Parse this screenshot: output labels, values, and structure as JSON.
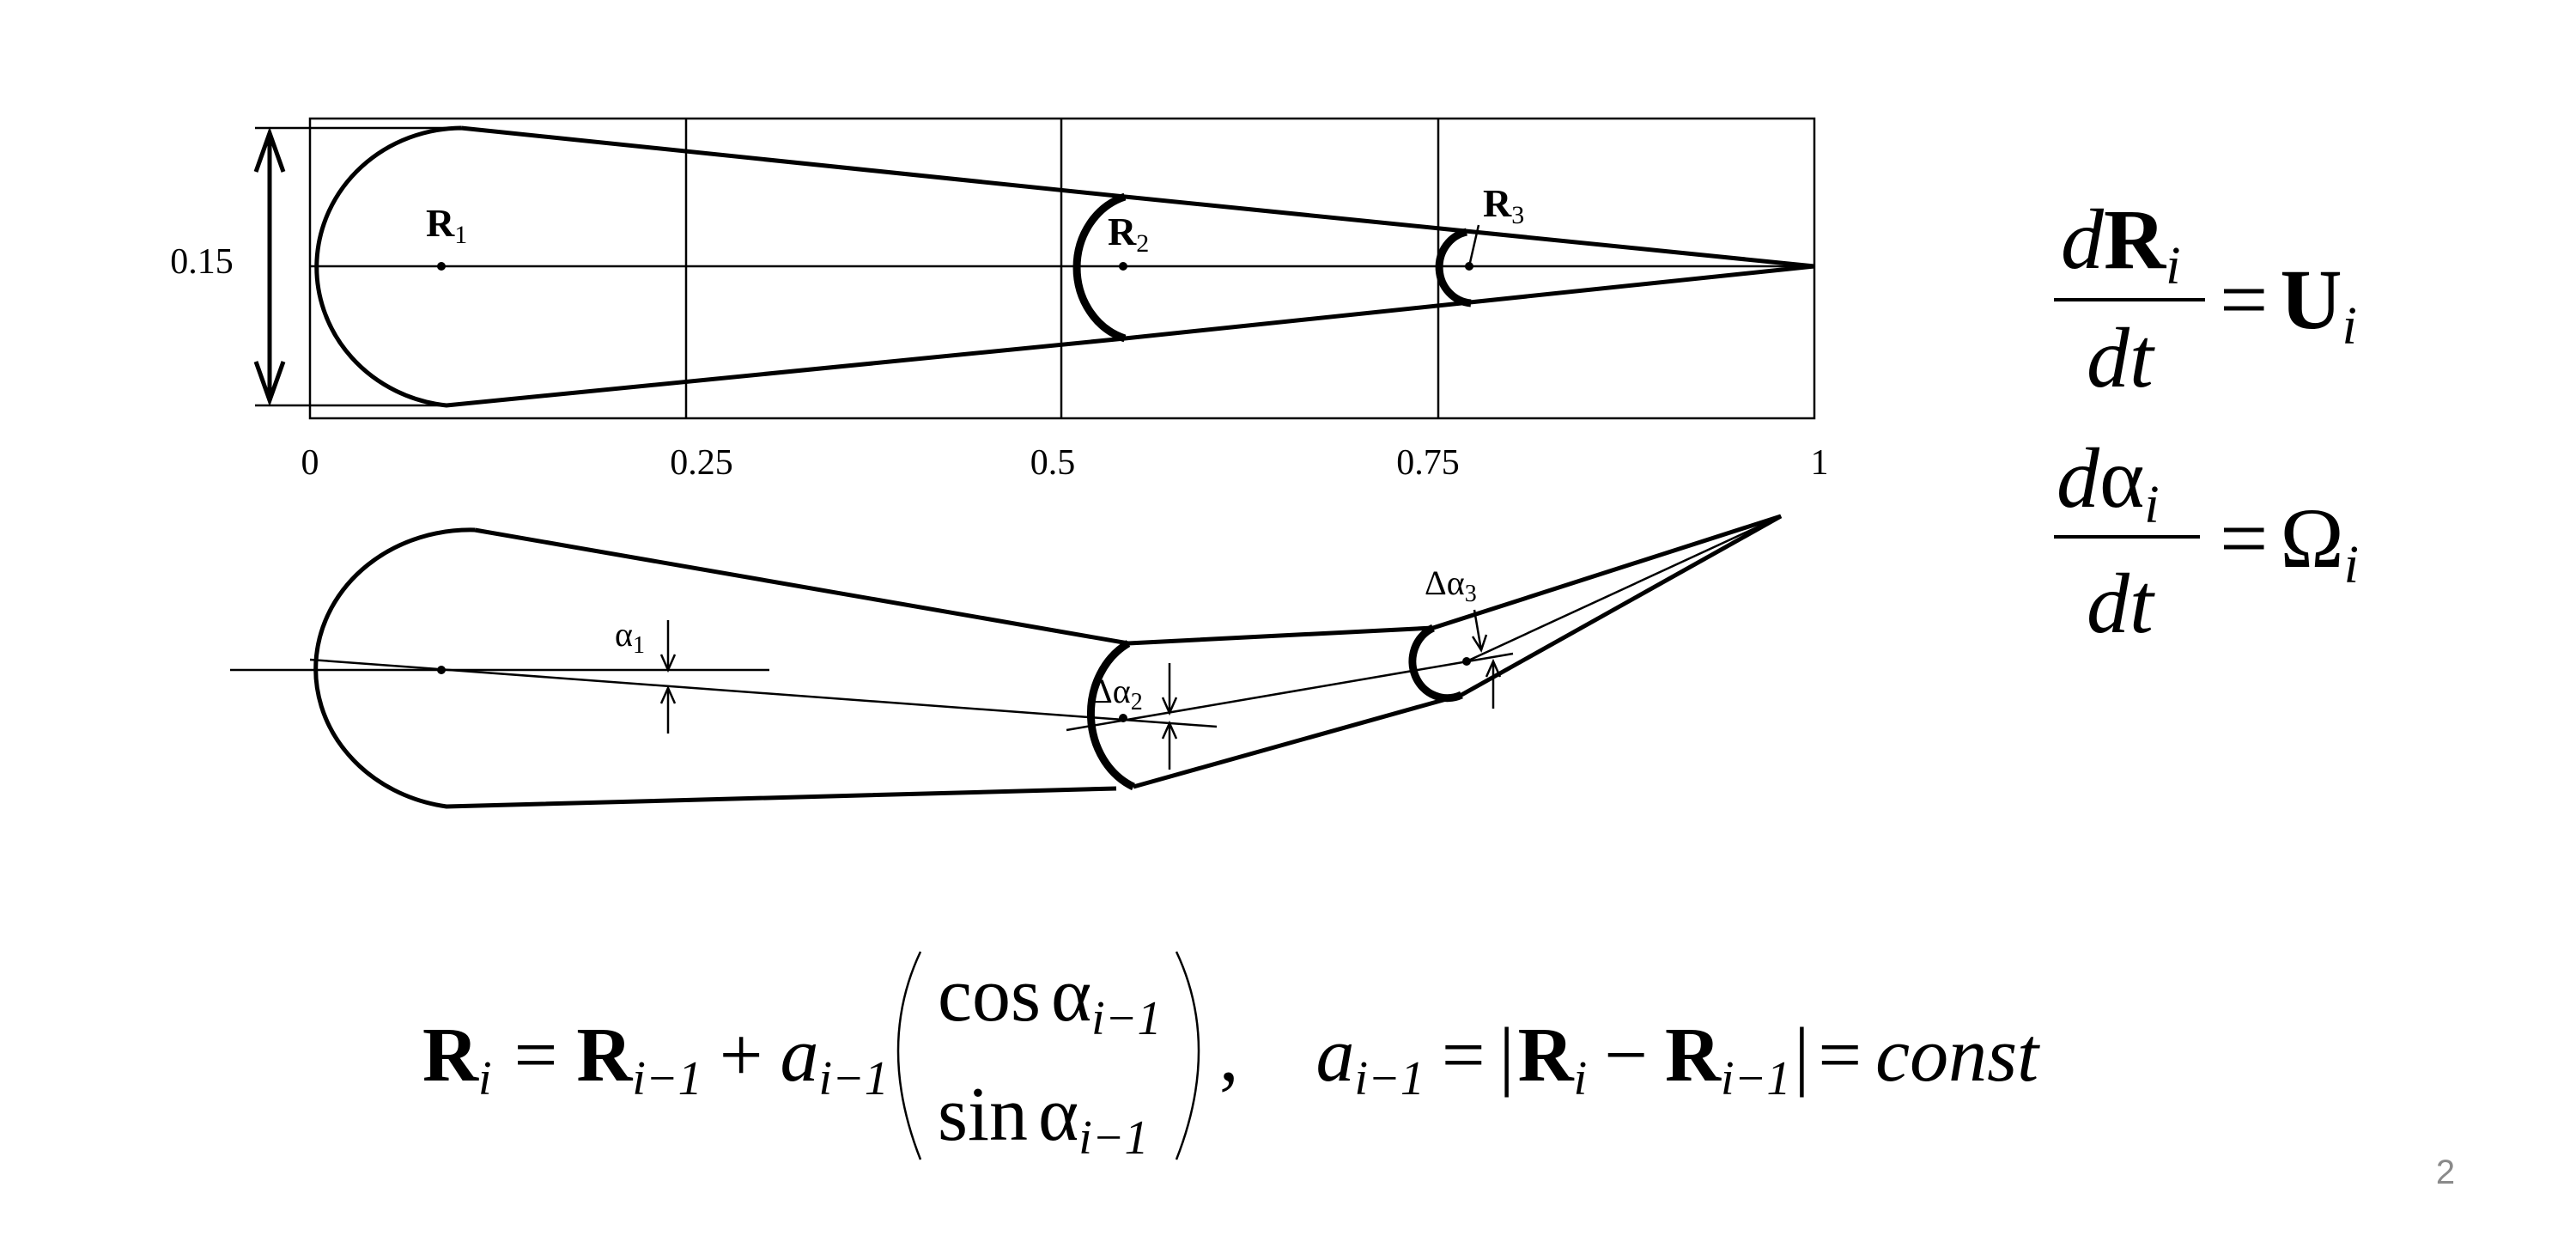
{
  "top_diagram": {
    "height_label": "0.15",
    "x_ticks": [
      "0",
      "0.25",
      "0.5",
      "0.75",
      "1"
    ],
    "points": [
      {
        "sym": "R",
        "sub": "1"
      },
      {
        "sym": "R",
        "sub": "2"
      },
      {
        "sym": "R",
        "sub": "3"
      }
    ]
  },
  "bottom_diagram": {
    "angles": [
      {
        "sym": "α",
        "sub": "1"
      },
      {
        "sym": "Δα",
        "sub": "2"
      },
      {
        "sym": "Δα",
        "sub": "3"
      }
    ]
  },
  "equations": {
    "eq1": {
      "num_d": "d",
      "num_sym": "R",
      "num_sub": "i",
      "den": "dt",
      "eq": "=",
      "rhs": "U",
      "rhs_sub": "i"
    },
    "eq2": {
      "num_d": "d",
      "num_sym": "α",
      "num_sub": "i",
      "den": "dt",
      "eq": "=",
      "rhs": "Ω",
      "rhs_sub": "i"
    },
    "eq3": {
      "R": "R",
      "i": "i",
      "eq": "=",
      "im1": "i−1",
      "plus": "+",
      "a": "a",
      "cos": "cos",
      "sin": "sin",
      "alpha": "α",
      "comma": ",",
      "bar": "|",
      "minus": "−",
      "const": "const"
    }
  },
  "page_number": "2"
}
